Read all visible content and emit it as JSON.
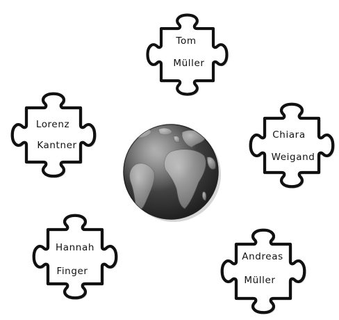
{
  "colors": {
    "background": "#ffffff",
    "piece_fill": "#ffffff",
    "piece_stroke": "#111111",
    "piece_shadow": "#cfcfcf",
    "ocean": "#3a3a3a",
    "land": "#8c8c8c"
  },
  "center": {
    "icon": "globe-icon"
  },
  "pieces": [
    {
      "id": "tom",
      "line1": "Tom",
      "line2": "Müller"
    },
    {
      "id": "lorenz",
      "line1": "Lorenz",
      "line2": "Kantner"
    },
    {
      "id": "chiara",
      "line1": "Chiara",
      "line2": "Weigand"
    },
    {
      "id": "hannah",
      "line1": "Hannah",
      "line2": "Finger"
    },
    {
      "id": "andreas",
      "line1": "Andreas",
      "line2": "Müller"
    }
  ]
}
